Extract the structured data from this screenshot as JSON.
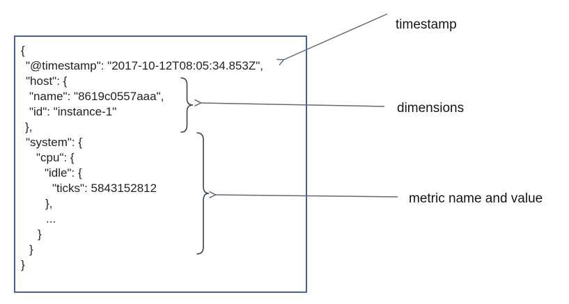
{
  "document_example": {
    "code_lines": [
      {
        "indent": 0,
        "text": "{"
      },
      {
        "indent": 7,
        "text": "\"@timestamp\": \"2017-10-12T08:05:34.853Z\","
      },
      {
        "indent": 7,
        "text": "\"host\": {"
      },
      {
        "indent": 12,
        "text": "\"name\": \"8619c0557aaa\","
      },
      {
        "indent": 12,
        "text": "\"id\": \"instance-1\""
      },
      {
        "indent": 6,
        "text": "},"
      },
      {
        "indent": 7,
        "text": "\"system\": {"
      },
      {
        "indent": 22,
        "text": "\"cpu\": {"
      },
      {
        "indent": 34,
        "text": "\"idle\": {"
      },
      {
        "indent": 45,
        "text": "\"ticks\": 5843152812"
      },
      {
        "indent": 35,
        "text": "},"
      },
      {
        "indent": 36,
        "text": "..."
      },
      {
        "indent": 24,
        "text": "}"
      },
      {
        "indent": 12,
        "text": "}"
      },
      {
        "indent": 0,
        "text": "}"
      }
    ]
  },
  "annotations": {
    "timestamp_label": "timestamp",
    "dimensions_label": "dimensions",
    "metric_label": "metric name and value"
  },
  "colors": {
    "box_border": "#45619f",
    "code_text": "#1d2025",
    "label_text": "#121417",
    "arrow": "#5f6a76",
    "brace": "#3a4250"
  }
}
